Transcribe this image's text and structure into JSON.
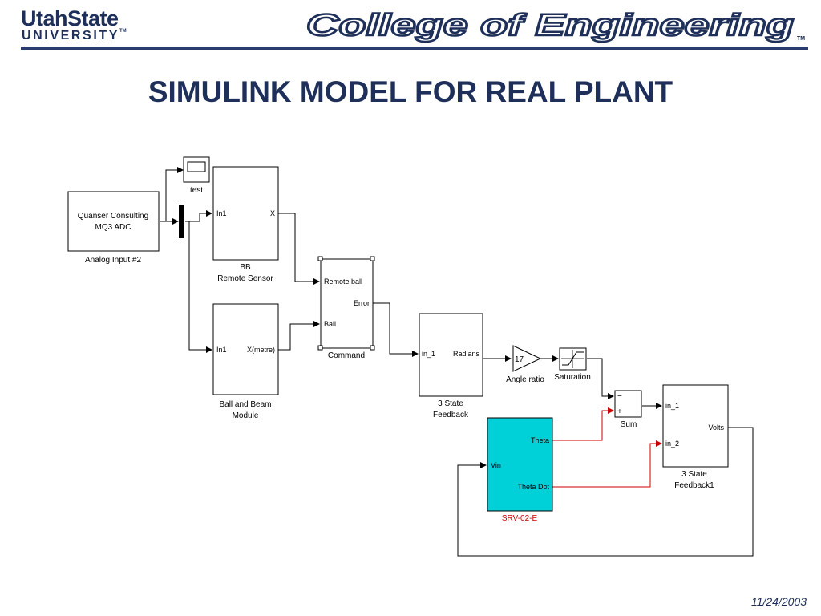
{
  "header": {
    "usu_logo_line1": "UtahState",
    "usu_logo_line2": "UNIVERSITY",
    "usu_tm": "TM",
    "college_logo": "College of Engineering",
    "college_tm": "TM"
  },
  "slide": {
    "title": "SIMULINK MODEL FOR REAL PLANT",
    "date": "11/24/2003"
  },
  "diagram": {
    "blocks": {
      "adc": {
        "line1": "Quanser Consulting",
        "line2": "MQ3 ADC",
        "caption": "Analog Input #2"
      },
      "scope": {
        "caption": "test"
      },
      "bb": {
        "in_port": "In1",
        "out_port": "X",
        "caption1": "BB",
        "caption2": "Remote Sensor"
      },
      "beam": {
        "in_port": "In1",
        "out_port": "X(metre)",
        "caption1": "Ball and Beam",
        "caption2": "Module"
      },
      "command": {
        "in1": "Remote ball",
        "in2": "Ball",
        "out": "Error",
        "caption": "Command"
      },
      "fb1": {
        "in_port": "in_1",
        "out_port": "Radians",
        "caption1": "3 State",
        "caption2": "Feedback"
      },
      "gain": {
        "value": "17",
        "caption": "Angle  ratio"
      },
      "saturation": {
        "caption": "Saturation"
      },
      "sum": {
        "minus": "−",
        "plus": "+",
        "caption": "Sum"
      },
      "fb2": {
        "in1": "in_1",
        "in2": "in_2",
        "out": "Volts",
        "caption1": "3 State",
        "caption2": "Feedback1"
      },
      "srv": {
        "in": "Vin",
        "out1": "Theta",
        "out2": "Theta Dot",
        "caption": "SRV-02-E"
      }
    },
    "colors": {
      "srv_fill": "#00d0d8",
      "srv_caption": "#cc0000",
      "red_signal": "#cc0000",
      "black_signal": "#000000"
    }
  }
}
